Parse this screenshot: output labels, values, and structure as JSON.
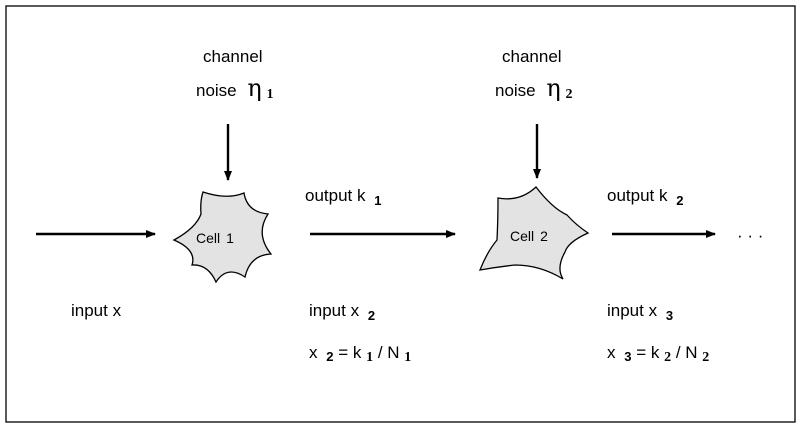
{
  "channel_1": {
    "line1": "channel",
    "line2": "noise",
    "symbol": "η",
    "sub": "1"
  },
  "channel_2": {
    "line1": "channel",
    "line2": "noise",
    "symbol": "η",
    "sub": "2"
  },
  "cell_1": {
    "label": "Cell",
    "num": "1"
  },
  "cell_2": {
    "label": "Cell",
    "num": "2"
  },
  "output_1": {
    "text": "output k",
    "sub": "1"
  },
  "output_2": {
    "text": "output k",
    "sub": "2"
  },
  "input_0": {
    "text": "input x"
  },
  "input_1": {
    "text": "input x",
    "sub": "2"
  },
  "input_2": {
    "text": "input x",
    "sub": "3"
  },
  "eq_1": {
    "lhs": "x",
    "lhs_sub": "2",
    "eq": " = k",
    "k_sub": "1",
    "slash": " / N",
    "n_sub": "1"
  },
  "eq_2": {
    "lhs": "x",
    "lhs_sub": "3",
    "eq": " = k",
    "k_sub": "2",
    "slash": " / N",
    "n_sub": "2"
  },
  "continuation": "· · ·",
  "colors": {
    "cell_fill": "#e3e3e3",
    "stroke": "#000000"
  }
}
